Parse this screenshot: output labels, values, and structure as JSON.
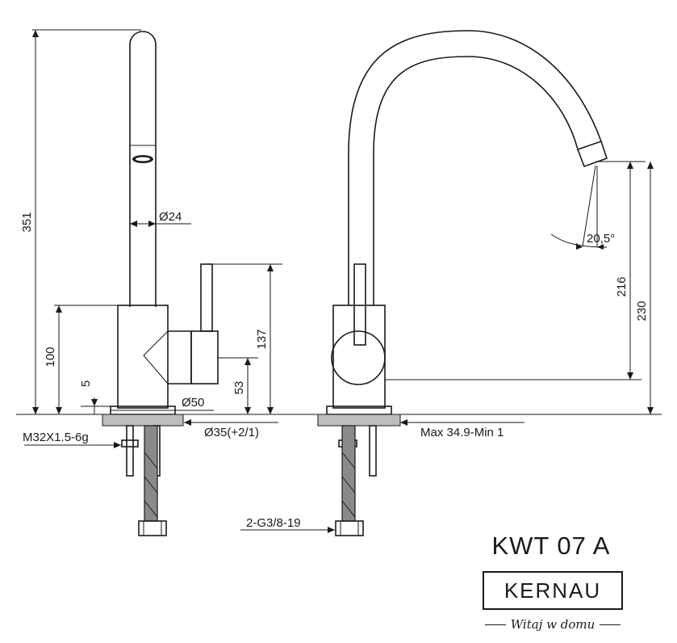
{
  "dimensions": {
    "height_total": "351",
    "diameter_spout": "Ø24",
    "height_body": "100",
    "height_base": "5",
    "diameter_base": "Ø50",
    "height_lever": "137",
    "height_lever_axis": "53",
    "thread": "M32X1.5-6g",
    "hole_diameter": "Ø35(+2/1)",
    "counter_thickness": "Max 34.9-Min 1",
    "hose_connection": "2-G3/8-19",
    "spout_angle": "20,5°",
    "spout_outlet_height": "216",
    "spout_reach_height": "230"
  },
  "branding": {
    "model": "KWT 07 A",
    "brand": "KERNAU",
    "slogan": "Witaj w domu"
  }
}
